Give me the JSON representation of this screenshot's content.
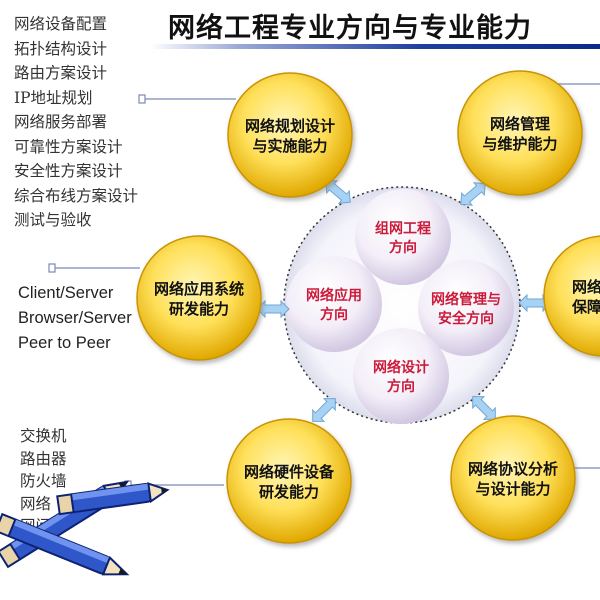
{
  "title": "网络工程专业方向与专业能力",
  "left_lists": {
    "planning_skills": [
      "网络设备配置",
      "拓扑结构设计",
      "路由方案设计",
      "IP地址规划",
      "网络服务部署",
      "可靠性方案设计",
      "安全性方案设计",
      "综合布线方案设计",
      "测试与验收"
    ],
    "app_models": [
      "Client/Server",
      "Browser/Server",
      "Peer to Peer"
    ],
    "hardware_items": [
      "交换机",
      "路由器",
      "防火墙",
      "网络",
      "网间"
    ]
  },
  "ability_nodes": {
    "planning": [
      "网络规划设计",
      "与实施能力"
    ],
    "management": [
      "网络管理",
      "与维护能力"
    ],
    "security": [
      "网络",
      "保障"
    ],
    "application": [
      "网络应用系统",
      "研发能力"
    ],
    "hardware": [
      "网络硬件设备",
      "研发能力"
    ],
    "protocol": [
      "网络协议分析",
      "与设计能力"
    ]
  },
  "directions": {
    "networking": [
      "组网工程",
      "方向"
    ],
    "application": [
      "网络应用",
      "方向"
    ],
    "management": [
      "网络管理与",
      "安全方向"
    ],
    "design": [
      "网络设计",
      "方向"
    ]
  },
  "colors": {
    "gold_outer": "#e0b000",
    "gold_inner": "#ffe87a",
    "arrow_blue": "#a7d2f3",
    "direction_red": "#cc1a3a",
    "title_rule": "#1f3f9e"
  }
}
